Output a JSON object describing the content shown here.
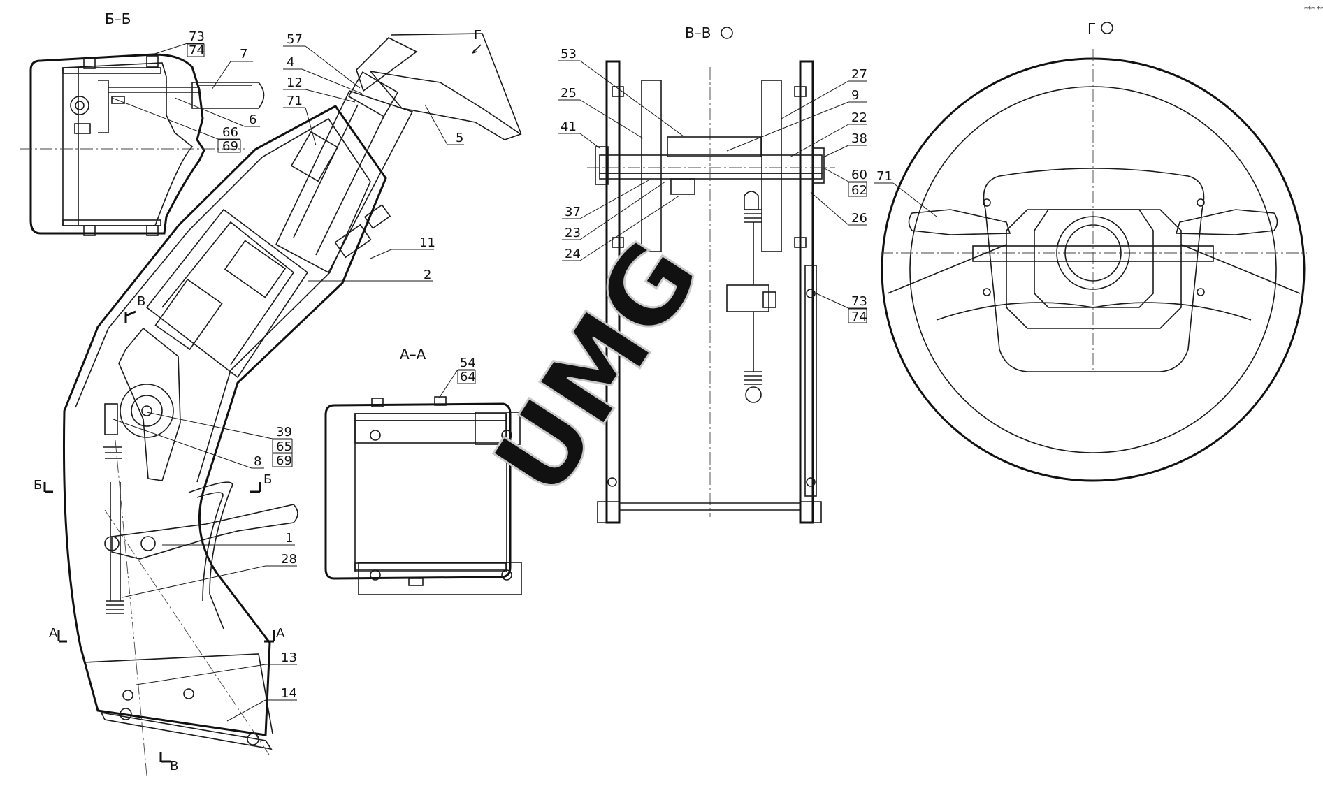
{
  "watermark": "UMG",
  "corner_mark": "*** ***",
  "views": {
    "section_bb": "Б–Б",
    "section_aa": "А–А",
    "section_vv": "В–В",
    "view_g": "Г"
  },
  "cut_marks": {
    "g_arrow": "Г",
    "v_upper": "В",
    "v_lower": "В",
    "b_left": "Б",
    "b_right": "Б",
    "a_left": "А",
    "a_right": "А"
  },
  "part_labels": {
    "bb_73": "73",
    "bb_74": "74",
    "bb_7": "7",
    "bb_6": "6",
    "bb_66": "66",
    "bb_69": "69",
    "main_57": "57",
    "main_4": "4",
    "main_12": "12",
    "main_71": "71",
    "main_5": "5",
    "main_11": "11",
    "main_2": "2",
    "main_39": "39",
    "main_65": "65",
    "main_69": "69",
    "main_8": "8",
    "main_1": "1",
    "main_28": "28",
    "main_13": "13",
    "main_14": "14",
    "aa_54": "54",
    "aa_64": "64",
    "vv_53": "53",
    "vv_25": "25",
    "vv_41": "41",
    "vv_37": "37",
    "vv_23": "23",
    "vv_24": "24",
    "vv_27": "27",
    "vv_9": "9",
    "vv_22": "22",
    "vv_38": "38",
    "vv_60": "60",
    "vv_62": "62",
    "vv_26": "26",
    "vv_73": "73",
    "vv_74": "74",
    "g_71": "71"
  }
}
